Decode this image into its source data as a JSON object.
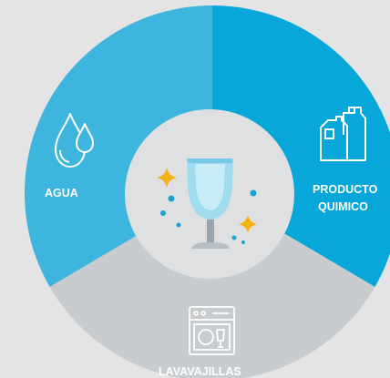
{
  "diagram": {
    "segments": [
      {
        "id": "agua",
        "label": "AGUA",
        "icon": "water-drops-icon",
        "color": "#3db5de"
      },
      {
        "id": "producto",
        "label_lines": [
          "PRODUCTO",
          "QUIMICO"
        ],
        "icon": "chemical-bottles-icon",
        "color": "#07a7d9"
      },
      {
        "id": "lavavajillas",
        "label": "LAVAVAJILLAS",
        "icon": "dishwasher-icon",
        "color": "#c9ccce"
      }
    ],
    "center": {
      "icon": "sparkling-glass-icon",
      "color": "#dfe0e1"
    }
  }
}
